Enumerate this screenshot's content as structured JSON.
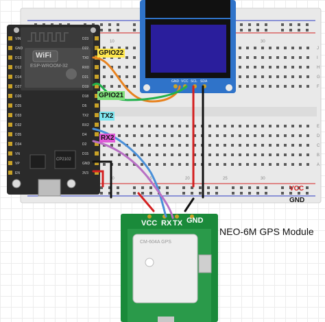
{
  "esp32": {
    "wifi": "WiFi",
    "module_text": "ESP-WROOM-32",
    "chip_text": "CP2102",
    "left_pins": [
      "VIN",
      "GND",
      "D13",
      "D12",
      "D14",
      "D27",
      "D26",
      "D25",
      "D33",
      "D32",
      "D35",
      "D34",
      "VN",
      "VP",
      "EN"
    ],
    "right_pins": [
      "3V3",
      "GND",
      "D15",
      "D2",
      "D4",
      "RX2",
      "TX2",
      "D5",
      "D18",
      "D19",
      "D21",
      "RX0",
      "TX0",
      "D22",
      "D23"
    ]
  },
  "oled": {
    "pins": [
      "GND",
      "VCC",
      "SCL",
      "SDA"
    ]
  },
  "labels": {
    "gpio22": "GPIO22",
    "gpio21": "GPIO21",
    "tx2": "TX2",
    "rx2": "RX2",
    "vcc": "VCC",
    "gnd": "GND"
  },
  "gps": {
    "title": "NEO-6M GPS Module",
    "pin_vcc": "VCC",
    "pin_rx": "RX",
    "pin_tx": "TX",
    "pin_gnd": "GND",
    "antenna_text": "CM-604A GPS"
  },
  "breadboard": {
    "rows": [
      "J",
      "I",
      "H",
      "G",
      "F",
      "E",
      "D",
      "C",
      "B",
      "A"
    ],
    "cols": [
      "10",
      "15",
      "20",
      "25",
      "30"
    ]
  },
  "colors": {
    "gpio22_wire": "#e8821e",
    "gpio21_wire": "#22b14c",
    "tx2_wire": "#4a90d9",
    "rx2_wire": "#b86fc4",
    "vcc_wire": "#d42020",
    "gnd_wire": "#111111",
    "gpio22_tag": "#ffe84d",
    "gpio21_tag": "#7ee07a",
    "tx2_tag": "#7fe6f0",
    "rx2_tag": "#e05ad8",
    "pcb_green": "#1a8a3a",
    "oled_screen": "#2a1e9c"
  }
}
